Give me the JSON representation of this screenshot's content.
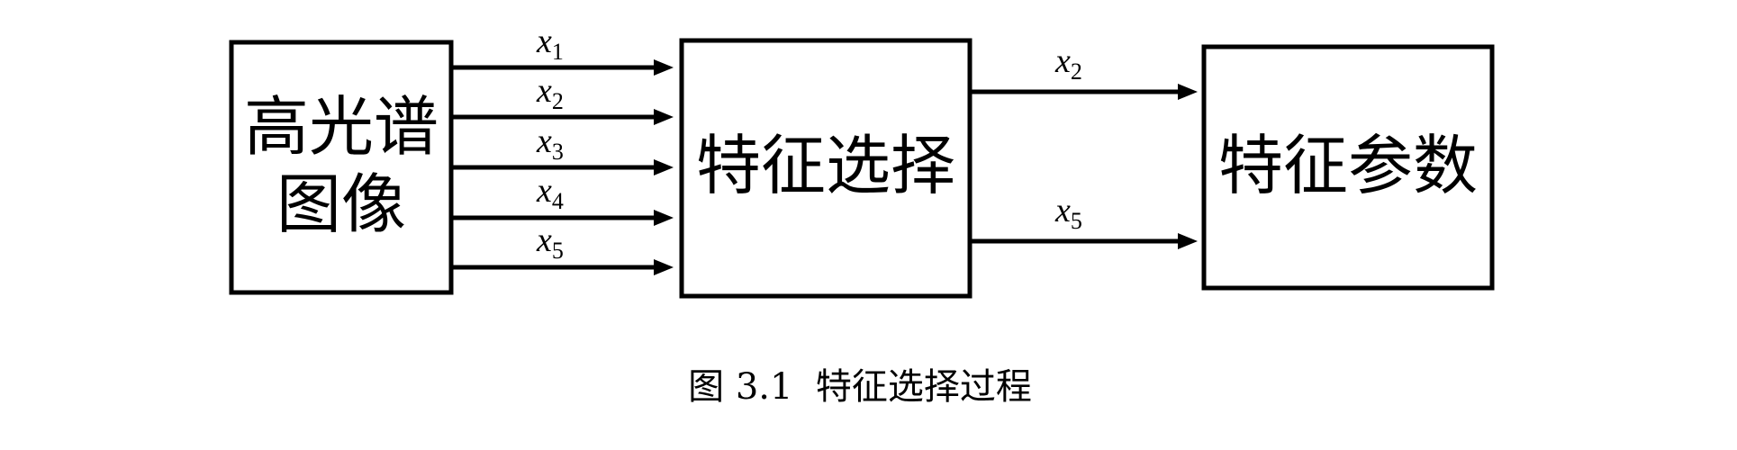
{
  "boxes": {
    "input": {
      "line1": "高光谱",
      "line2": "图像"
    },
    "process": {
      "label": "特征选择"
    },
    "output": {
      "label": "特征参数"
    }
  },
  "inputs": [
    {
      "base": "x",
      "sub": "1"
    },
    {
      "base": "x",
      "sub": "2"
    },
    {
      "base": "x",
      "sub": "3"
    },
    {
      "base": "x",
      "sub": "4"
    },
    {
      "base": "x",
      "sub": "5"
    }
  ],
  "outputs": [
    {
      "base": "x",
      "sub": "2"
    },
    {
      "base": "x",
      "sub": "5"
    }
  ],
  "caption": "图 3.1  特征选择过程"
}
